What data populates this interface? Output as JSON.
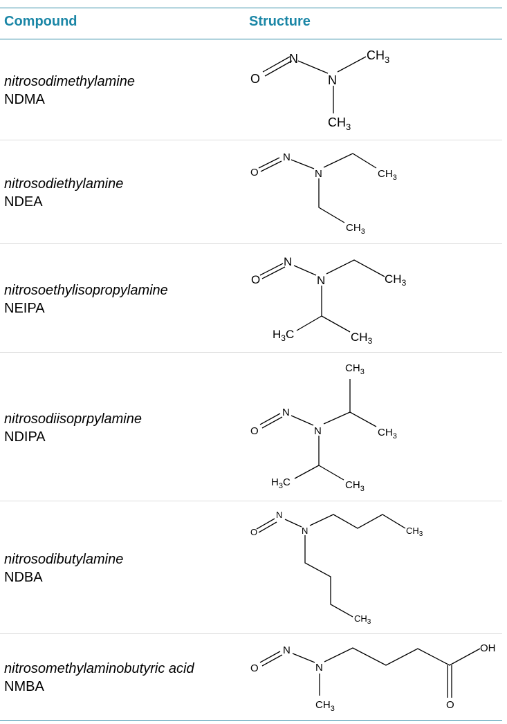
{
  "header": {
    "compound": "Compound",
    "structure": "Structure"
  },
  "compounds": [
    {
      "full": "nitrosodimethylamine",
      "abbr": "NDMA"
    },
    {
      "full": "nitrosodiethylamine",
      "abbr": "NDEA"
    },
    {
      "full": "nitrosoethylisopropylamine",
      "abbr": "NEIPA"
    },
    {
      "full": "nitrosodiisoprpylamine",
      "abbr": "NDIPA"
    },
    {
      "full": "nitrosodibutylamine",
      "abbr": "NDBA"
    },
    {
      "full": "nitrosomethylaminobutyric acid",
      "abbr": "NMBA"
    }
  ],
  "atoms": {
    "O": "O",
    "N": "N",
    "C": "C",
    "H": "H",
    "sub3": "3",
    "OH": "OH"
  },
  "colors": {
    "accent": "#1a86a6",
    "rule": "#2f8aa6",
    "divider": "#dcdcdc"
  }
}
